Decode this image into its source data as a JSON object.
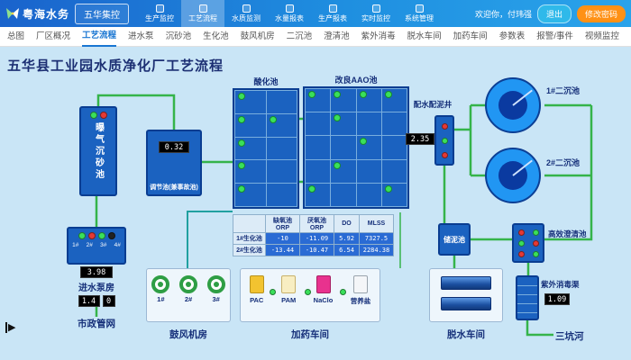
{
  "header": {
    "logo": "粤海水务",
    "station": "五华集控",
    "menu": [
      "生产监控",
      "工艺流程",
      "水质监测",
      "水量报表",
      "生产报表",
      "实时监控",
      "系统管理"
    ],
    "welcome": "欢迎你，付玮强",
    "logout": "退出",
    "change_password": "修改密码"
  },
  "tabs": [
    "总图",
    "厂区概况",
    "工艺流程",
    "进水泵",
    "沉砂池",
    "生化池",
    "鼓风机房",
    "二沉池",
    "澄清池",
    "紫外消毒",
    "脱水车间",
    "加药车间",
    "参数表",
    "报警/事件",
    "视频监控"
  ],
  "active_tab": "工艺流程",
  "icons": {
    "expander": "▶"
  },
  "colors": {
    "header_blue": "#1f8fe0",
    "accent_orange": "#ff9115",
    "pipe_green": "#35b44a",
    "tank_blue": "#1b62c0",
    "alarm_red": "#e53935",
    "ok_green": "#3ae05a"
  },
  "diagram": {
    "title": "五华县工业园水质净化厂工艺流程",
    "grit_tank": {
      "label": "曝气沉砂池"
    },
    "inlet_pump": {
      "label": "进水泵房",
      "pumps": [
        "1#",
        "2#",
        "3#",
        "4#"
      ],
      "flow": "3.98",
      "v1": "1.4",
      "v2": "0",
      "source": "市政管网"
    },
    "regulating_tank": {
      "label": "调节池(兼事故池)",
      "value": "0.32"
    },
    "acid_tank": {
      "label": "酸化池"
    },
    "aao_tank": {
      "label": "改良AAO池"
    },
    "dist_well": {
      "label": "配水配泥井",
      "value": "2.35"
    },
    "sed1": {
      "label": "1#二沉池"
    },
    "sed2": {
      "label": "2#二沉池"
    },
    "table": {
      "headers": [
        "",
        "缺氧池ORP",
        "厌氧池ORP",
        "DO",
        "MLSS"
      ],
      "rows": [
        {
          "label": "1#生化池",
          "values": [
            "-10",
            "-11.09",
            "5.92",
            "7327.5"
          ]
        },
        {
          "label": "2#生化池",
          "values": [
            "-13.44",
            "-10.47",
            "6.54",
            "2284.38"
          ]
        }
      ]
    },
    "blower": {
      "label": "鼓风机房",
      "fans": [
        "1#",
        "2#",
        "3#"
      ]
    },
    "dosing": {
      "label": "加药车间",
      "chemicals": [
        "PAC",
        "PAM",
        "NaClo",
        "营养盐"
      ]
    },
    "dewater": {
      "label": "脱水车间"
    },
    "sludge": {
      "label": "储泥池"
    },
    "clarifier": {
      "label": "高效澄清池"
    },
    "uv": {
      "label": "紫外消毒渠",
      "value": "1.09"
    },
    "river": {
      "label": "三坑河"
    }
  }
}
